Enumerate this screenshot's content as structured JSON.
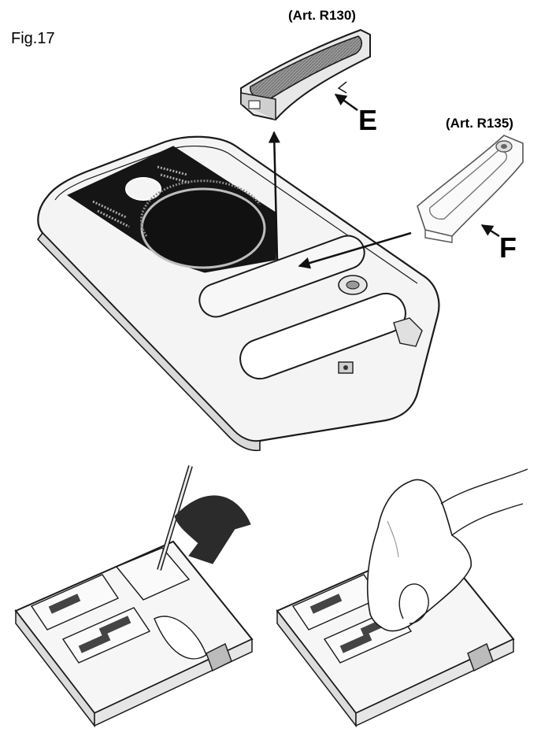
{
  "figure": {
    "label": "Fig.17"
  },
  "parts": [
    {
      "article": "(Art. R130)",
      "letter": "E"
    },
    {
      "article": "(Art. R135)",
      "letter": "F"
    }
  ],
  "colors": {
    "line": "#1a1a1a",
    "dark": "#151515",
    "gray": "#888888",
    "light": "#f4f4f4"
  }
}
